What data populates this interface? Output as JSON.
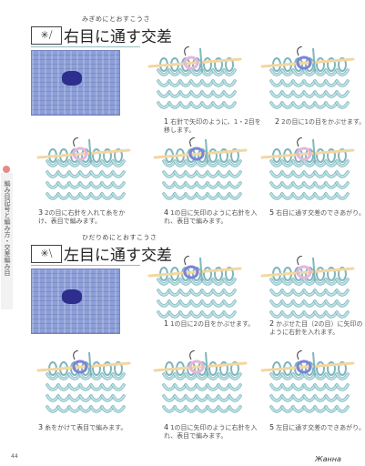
{
  "side": {
    "label": "編み目記号と編み方・交差編み目"
  },
  "page_number": "44",
  "signature": "Жанна",
  "sections": [
    {
      "symbol": "✳⧸",
      "ruby": "みぎめにとおすこうさ",
      "title": "右目に通す交差",
      "steps": [
        {
          "num": "1",
          "text": "右針で矢印のように、1・2目を移します。"
        },
        {
          "num": "2",
          "text": "2の目に1の目をかぶせます。"
        },
        {
          "num": "3",
          "text": "2の目に右針を入れて糸をかけ、表目で編みます。"
        },
        {
          "num": "4",
          "text": "1の目に矢印のように右針を入れ、表目で編みます。"
        },
        {
          "num": "5",
          "text": "右目に通す交差のできあがり。"
        }
      ]
    },
    {
      "symbol": "✳⧹",
      "ruby": "ひだりめにとおすこうさ",
      "title": "左目に通す交差",
      "steps": [
        {
          "num": "1",
          "text": "1の目に2の目をかぶせます。"
        },
        {
          "num": "2",
          "text": "かぶせた目（2の目）に矢印のように右針を入れます。"
        },
        {
          "num": "3",
          "text": "糸をかけて表目で編みます。"
        },
        {
          "num": "4",
          "text": "1の目に矢印のように右針を入れ、表目で編みます。"
        },
        {
          "num": "5",
          "text": "左目に通す交差のできあがり。"
        }
      ]
    }
  ],
  "colors": {
    "yarn": "#bfe3e6",
    "yarn_stroke": "#7fb6bd",
    "needle": "#f3d7a1",
    "highlight": "#e5b6dc",
    "blue": "#7a84d6",
    "arrow": "#333333"
  }
}
